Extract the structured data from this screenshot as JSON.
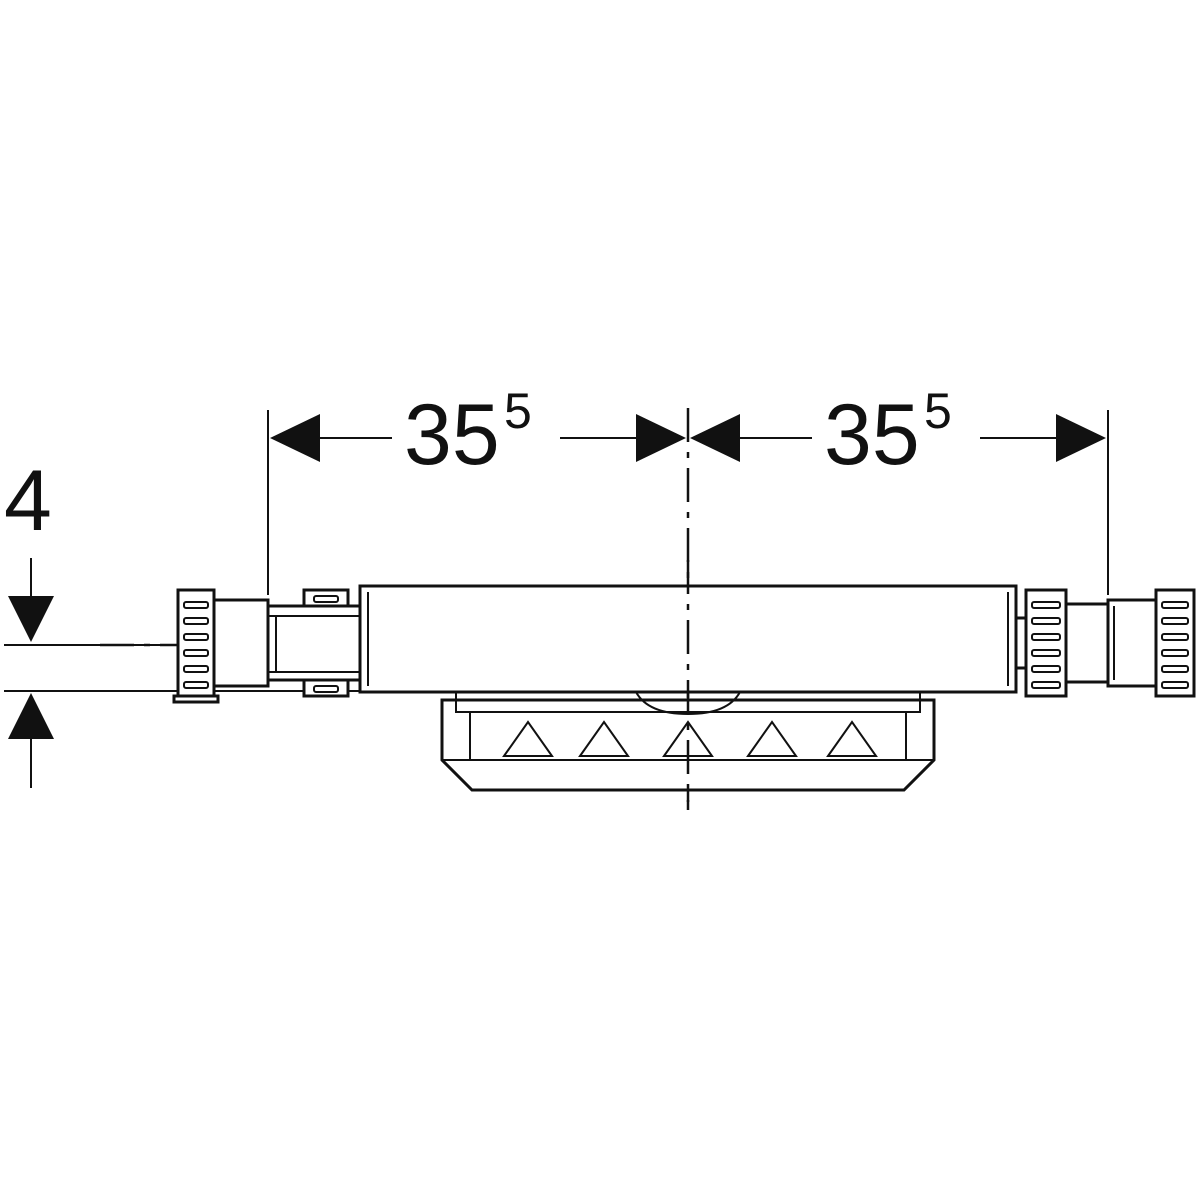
{
  "dimensions": {
    "left_width": {
      "main": "35",
      "superscript": "5"
    },
    "right_width": {
      "main": "35",
      "superscript": "5"
    },
    "offset_height": {
      "main": "4"
    }
  }
}
